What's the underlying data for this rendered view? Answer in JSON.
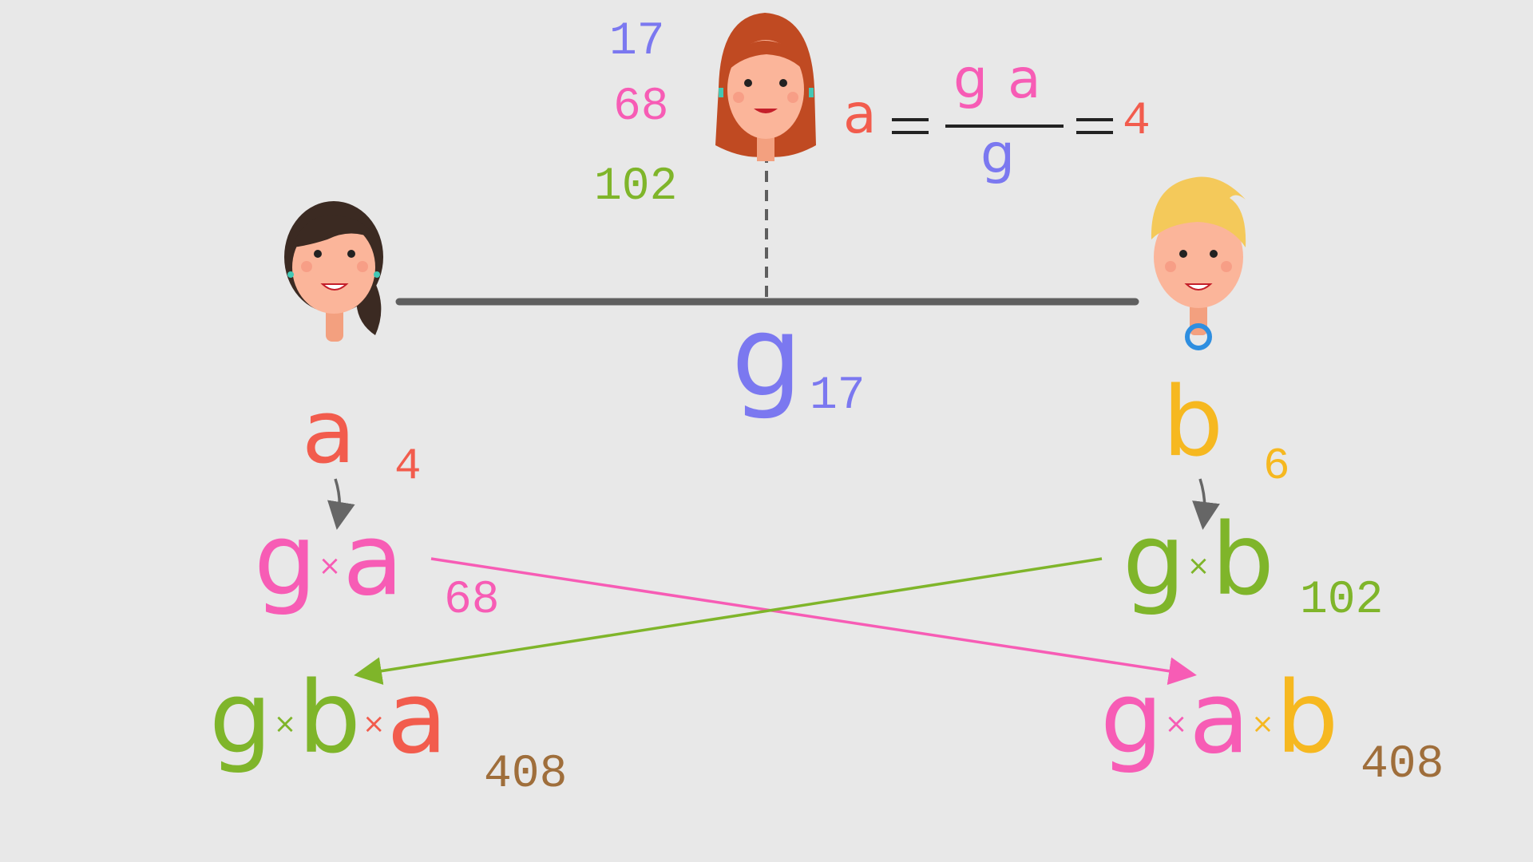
{
  "colors": {
    "blue": "#7b78f0",
    "pink": "#f75cb5",
    "green": "#7fb52a",
    "red": "#f25c4d",
    "yellow": "#f6b820",
    "brown": "#9f6e3b",
    "line": "#5f5f5f"
  },
  "eve_values": {
    "g": "17",
    "ga": "68",
    "gb": "102"
  },
  "formula": {
    "lhs": "a",
    "eq1": "=",
    "num_g": "g",
    "num_a": "a",
    "den": "g",
    "eq2": "=",
    "result": "4"
  },
  "channel": {
    "label": "g",
    "value": "17"
  },
  "alice": {
    "secret_label": "a",
    "secret_value": "4",
    "public_g": "g",
    "times": "×",
    "public_a": "a",
    "public_value": "68"
  },
  "bob": {
    "secret_label": "b",
    "secret_value": "6",
    "public_g": "g",
    "times": "×",
    "public_b": "b",
    "public_value": "102"
  },
  "alice_final": {
    "g": "g",
    "t1": "×",
    "b": "b",
    "t2": "×",
    "a": "a",
    "value": "408"
  },
  "bob_final": {
    "g": "g",
    "t1": "×",
    "a": "a",
    "t2": "×",
    "b": "b",
    "value": "408"
  },
  "icons": [
    "alice-avatar-icon",
    "eve-avatar-icon",
    "bob-avatar-icon"
  ]
}
